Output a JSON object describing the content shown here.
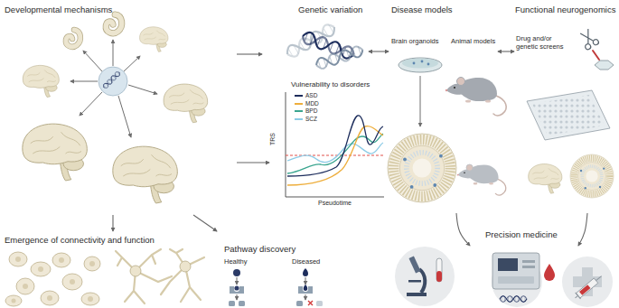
{
  "diagram": {
    "nodes": [
      {
        "text": [
          "Developmental mechanisms"
        ]
      },
      {
        "text": [
          "Genetic variation"
        ]
      },
      {
        "text": [
          "Vulnerability to disorders"
        ]
      },
      {
        "text": [
          "Disease models"
        ]
      },
      {
        "text": [
          "Brain organoids"
        ],
        "in": 3
      },
      {
        "text": [
          "Animal models"
        ],
        "in": 3
      },
      {
        "text": [
          "Functional neurogenomics"
        ]
      },
      {
        "text": [
          "Drug and/or genetic screens"
        ],
        "in": 6
      },
      {
        "text": [
          "Emergence of connectivity and function"
        ]
      },
      {
        "text": [
          "Pathway discovery"
        ]
      },
      {
        "text": [
          "Precision medicine"
        ]
      }
    ],
    "edges": [
      {
        "from": 0,
        "to": 1,
        "arrow": "to"
      },
      {
        "from": 0,
        "to": 2,
        "arrow": "to"
      },
      {
        "from": 1,
        "to": 3,
        "arrow": "both"
      },
      {
        "from": 3,
        "to": 6,
        "arrow": "both"
      },
      {
        "from": 0,
        "to": 8,
        "arrow": "to"
      },
      {
        "from": 0,
        "to": 9,
        "arrow": "to"
      },
      {
        "from": 3,
        "to": 10,
        "arrow": "to"
      },
      {
        "from": 6,
        "to": 10,
        "arrow": "to"
      }
    ],
    "labels": [
      "TRS",
      "Pseudotime",
      "Healthy",
      "Diseased"
    ],
    "legend": [
      {
        "text": "ASD",
        "color": "#1d2d5c"
      },
      {
        "text": "MDD",
        "color": "#eeae3c"
      },
      {
        "text": "BPD",
        "color": "#3aa58f"
      },
      {
        "text": "SCZ",
        "color": "#8ccbe6"
      }
    ]
  }
}
